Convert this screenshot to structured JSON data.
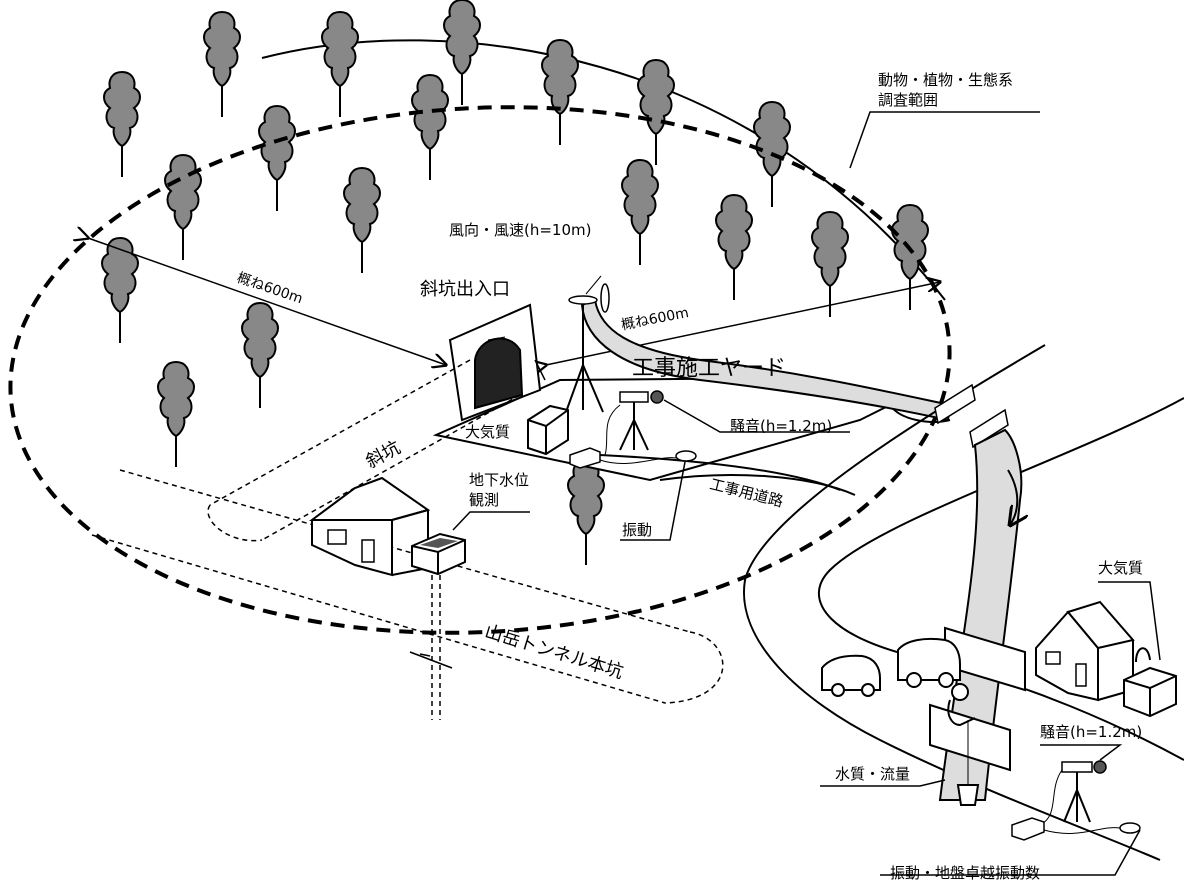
{
  "labels": {
    "survey_range_line1": "動物・植物・生態系",
    "survey_range_line2": "調査範囲",
    "wind": "風向・風速(h=10m)",
    "approx_600m_left": "概ね600m",
    "approx_600m_right": "概ね600m",
    "inclined_shaft_entrance": "斜坑出入口",
    "construction_yard": "工事施工ヤード",
    "air_quality_yard": "大気質",
    "noise_yard": "騒音(h=1.2m)",
    "inclined_shaft": "斜坑",
    "groundwater_line1": "地下水位",
    "groundwater_line2": "観測",
    "construction_road": "工事用道路",
    "vibration_yard": "振動",
    "main_tunnel": "山岳トンネル本坑",
    "air_quality_road": "大気質",
    "noise_road": "騒音(h=1.2m)",
    "water_quality": "水質・流量",
    "vibration_ground": "振動・地盤卓越振動数"
  }
}
